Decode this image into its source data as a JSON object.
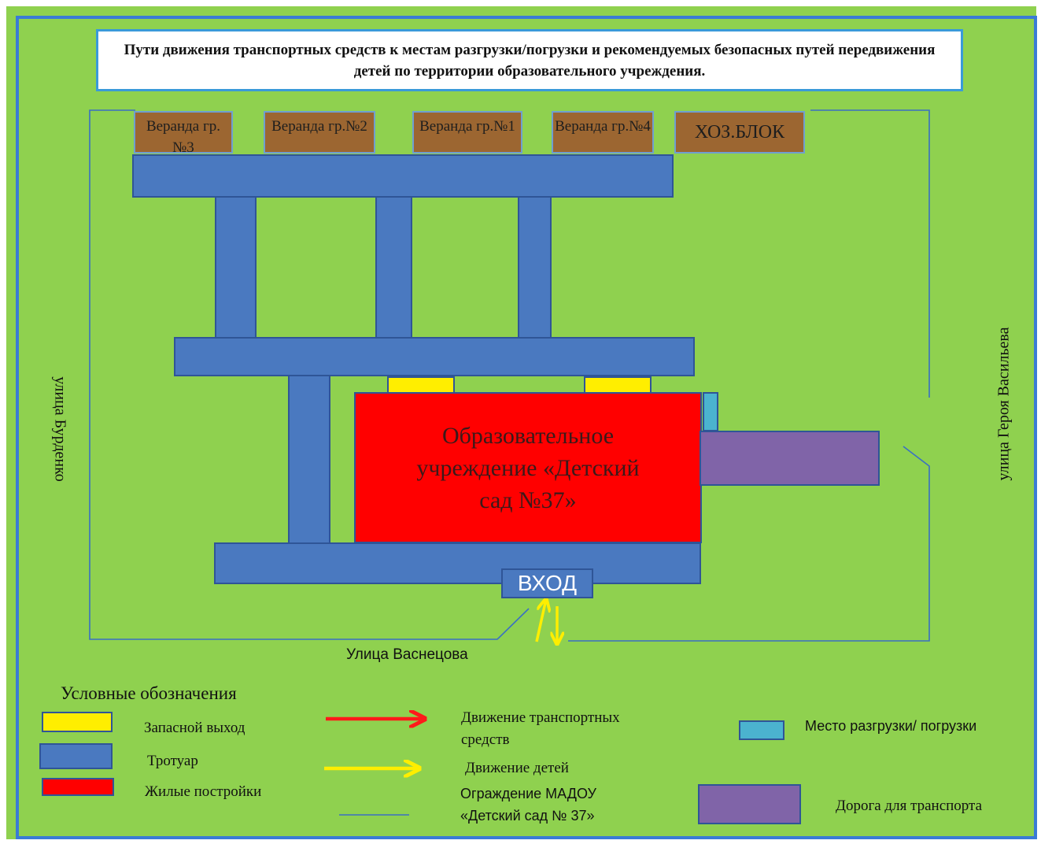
{
  "title": "Пути движения  транспортных средств к местам разгрузки/погрузки и рекомендуемых безопасных путей передвижения детей по территории образовательного учреждения.",
  "verandas": [
    {
      "label": "Веранда гр. №3"
    },
    {
      "label": "Веранда гр.№2"
    },
    {
      "label": "Веранда гр.№1"
    },
    {
      "label": "Веранда гр.№4"
    }
  ],
  "utility_block": "ХОЗ.БЛОК",
  "building_label": "Образовательное учреждение «Детский сад №37»",
  "entrance_label": "ВХОД",
  "streets": {
    "left": "улица Бурденко",
    "right": "улица Героя Васильева",
    "bottom": "Улица Васнецова"
  },
  "legend": {
    "title": "Условные обозначения",
    "items": [
      {
        "key": "emergency_exit",
        "label": "Запасной выход",
        "color": "#ffee00"
      },
      {
        "key": "sidewalk",
        "label": "Тротуар",
        "color": "#4a79c0"
      },
      {
        "key": "residential",
        "label": "Жилые постройки",
        "color": "#ff0000"
      },
      {
        "key": "vehicle_movement",
        "label": "Движение транспортных средств",
        "color": "#ff1a1a"
      },
      {
        "key": "children_movement",
        "label": "Движение детей",
        "color": "#ffee00"
      },
      {
        "key": "fence",
        "label": "Ограждение МАДОУ «Детский сад № 37»",
        "color": "#3a6fc4"
      },
      {
        "key": "loading_place",
        "label": "Место разгрузки/ погрузки",
        "color": "#4bb3cf"
      },
      {
        "key": "road",
        "label": "Дорога для транспорта",
        "color": "#8064a8"
      }
    ]
  },
  "colors": {
    "background": "#8fd14f",
    "outer_border": "#3a7bd5",
    "sidewalk": "#4a79c0",
    "emergency_exit": "#ffee00",
    "building": "#ff0000",
    "veranda": "#9c6631",
    "road": "#8064a8",
    "loading": "#4bb3cf",
    "child_arrow": "#ffee00",
    "vehicle_arrow": "#ff1a1a",
    "fence": "#3a6fc4"
  }
}
